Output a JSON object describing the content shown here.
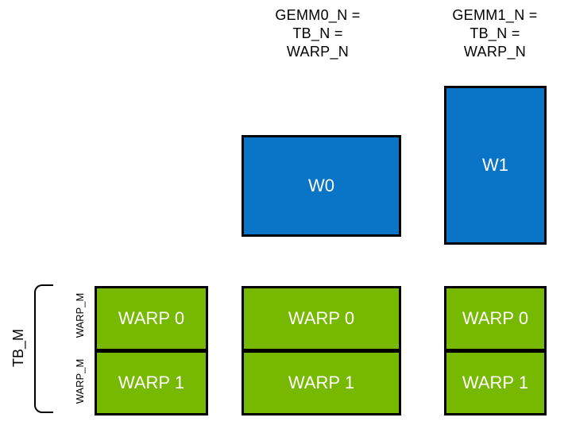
{
  "labels": {
    "gemm0_header": "GEMM0_N =\nTB_N =\nWARP_N",
    "gemm1_header": "GEMM1_N =\nTB_N =\nWARP_N",
    "tb_m": "TB_M",
    "warp_m_top": "WARP_M",
    "warp_m_bottom": "WARP_M"
  },
  "tiles": {
    "w0": "W0",
    "w1": "W1"
  },
  "columns": [
    {
      "warps": [
        "WARP 0",
        "WARP 1"
      ]
    },
    {
      "warps": [
        "WARP 0",
        "WARP 1"
      ]
    },
    {
      "warps": [
        "WARP 0",
        "WARP 1"
      ]
    }
  ],
  "colors": {
    "blue": "#0a74c6",
    "green": "#76b900",
    "border": "#000000",
    "background": "#ffffff",
    "box_text": "#ffffff",
    "label_text": "#000000"
  }
}
